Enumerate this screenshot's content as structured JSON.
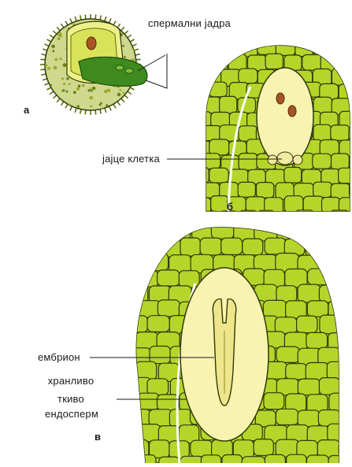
{
  "panels": {
    "a": {
      "letter": "а",
      "label": "спермални јадра"
    },
    "b": {
      "letter": "б",
      "label": "јајце клетка"
    },
    "c": {
      "letter": "в",
      "labels": {
        "embryo": "ембрион",
        "tissue_line1": "хранливо",
        "tissue_line2": "ткиво",
        "tissue_line3": "ендосперм"
      }
    }
  },
  "colors": {
    "cell_fill": "#b6d52a",
    "cell_stroke": "#2f3a0a",
    "sac_fill": "#f8f3b0",
    "embryo_fill": "#efe58a",
    "nucleus": "#a65523",
    "tube_green": "#3f8a1e",
    "pollen_inner": "#e2ea44"
  }
}
